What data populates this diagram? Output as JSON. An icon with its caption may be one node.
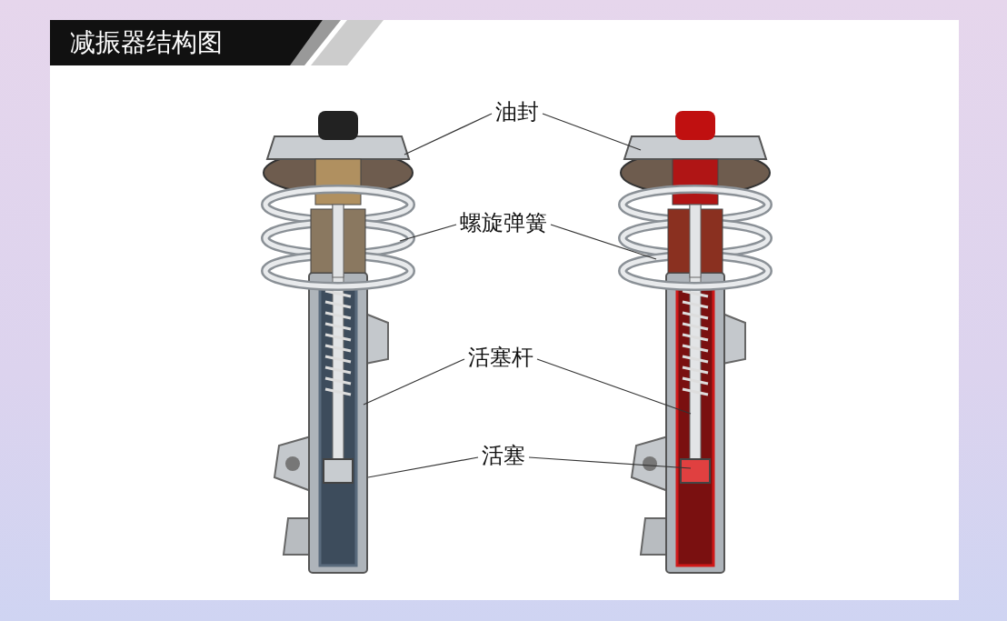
{
  "diagram": {
    "title": "减振器结构图",
    "nodes": [
      {
        "text": [
          "油封"
        ]
      },
      {
        "text": [
          "螺旋弹簧"
        ]
      },
      {
        "text": [
          "活塞杆"
        ]
      },
      {
        "text": [
          "活塞"
        ]
      }
    ],
    "edges": [
      {
        "from": 0,
        "to": null,
        "arrow": "none"
      },
      {
        "from": 0,
        "to": null,
        "arrow": "none"
      },
      {
        "from": 1,
        "to": null,
        "arrow": "none"
      },
      {
        "from": 1,
        "to": null,
        "arrow": "none"
      },
      {
        "from": 2,
        "to": null,
        "arrow": "none"
      },
      {
        "from": 2,
        "to": null,
        "arrow": "none"
      },
      {
        "from": 3,
        "to": null,
        "arrow": "none"
      },
      {
        "from": 3,
        "to": null,
        "arrow": "none"
      }
    ]
  }
}
